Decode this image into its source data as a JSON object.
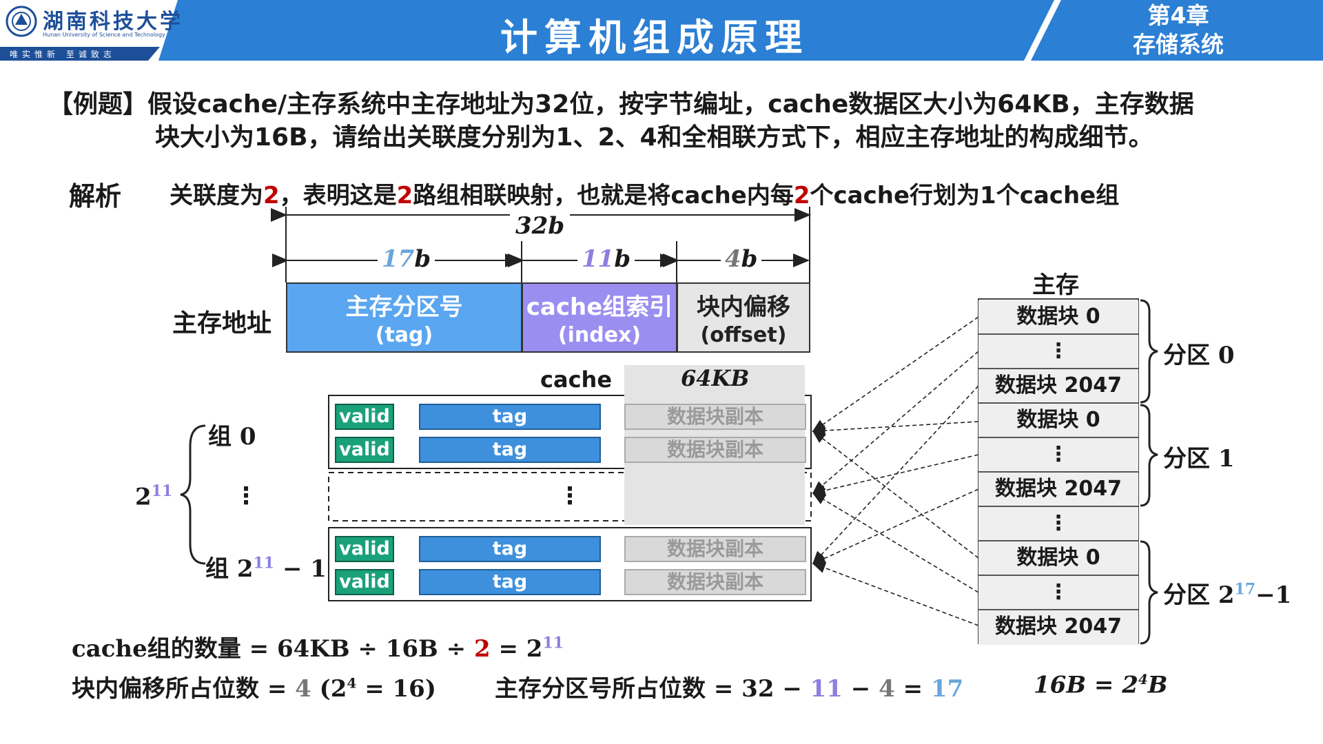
{
  "header": {
    "university_name": "湖南科技大学",
    "university_en": "Hunan University of Science and Technology",
    "motto": "唯实惟新 至诚致志",
    "title": "计算机组成原理",
    "chapter_line1": "第4章",
    "chapter_line2": "存储系统"
  },
  "problem": {
    "line1": "【例题】假设cache/主存系统中主存地址为32位，按字节编址，cache数据区大小为64KB，主存数据",
    "line2": "块大小为16B，请给出关联度分别为1、2、4和全相联方式下，相应主存地址的构成细节。"
  },
  "analysis": {
    "label": "解析",
    "text_a": "关联度为",
    "num1": "2",
    "text_b": "，表明这是",
    "num2": "2",
    "text_c": "路组相联映射，也就是将cache内每",
    "num3": "2",
    "text_d": "个cache行划为1个cache组"
  },
  "address": {
    "label": "主存地址",
    "total": "32b",
    "tag_bits": "17",
    "index_bits": "11",
    "offset_bits": "4",
    "bit_unit": "b",
    "tag_title": "主存分区号",
    "tag_sub": "(tag)",
    "index_title": "cache组索引",
    "index_sub": "(index)",
    "offset_title": "块内偏移",
    "offset_sub": "(offset)"
  },
  "cache": {
    "label": "cache",
    "size": "64KB",
    "valid": "valid",
    "tag": "tag",
    "copy": "数据块副本",
    "group0": "组 0",
    "group_last": "组 2",
    "group_last_exp": "11",
    "group_last_suffix": " − 1",
    "count_base": "2",
    "count_exp": "11",
    "dots": "⋮"
  },
  "memory": {
    "title": "主存",
    "block0": "数据块 0",
    "block_last": "数据块 2047",
    "dots": "⋮",
    "zone0": "分区 0",
    "zone1": "分区 1",
    "zone_last": "分区 2",
    "zone_last_exp": "17",
    "zone_last_suffix": "−1",
    "block_size_a": "16B = 2",
    "block_size_exp": "4",
    "block_size_b": "B"
  },
  "formulas": {
    "groups_a": "cache组的数量 = 64KB ÷ 16B ÷ ",
    "groups_red": "2",
    "groups_b": " = 2",
    "groups_exp": "11",
    "offset_a": "块内偏移所占位数 ",
    "offset_eq": "= ",
    "offset_val": "4",
    "offset_b": " (2",
    "offset_exp": "4",
    "offset_c": " = 16)",
    "tag_a": "主存分区号所占位数 = 32 − ",
    "tag_idx": "11",
    "tag_b": " − ",
    "tag_off": "4",
    "tag_c": " = ",
    "tag_res": "17"
  },
  "colors": {
    "header_blue": "#2b7fd4",
    "tag_field": "#5aa6f0",
    "index_field": "#9b8ef0",
    "offset_field": "#e6e6e6",
    "valid_green": "#1aa17a",
    "tag_blue": "#3e90dd",
    "highlight_red": "#c00000"
  }
}
